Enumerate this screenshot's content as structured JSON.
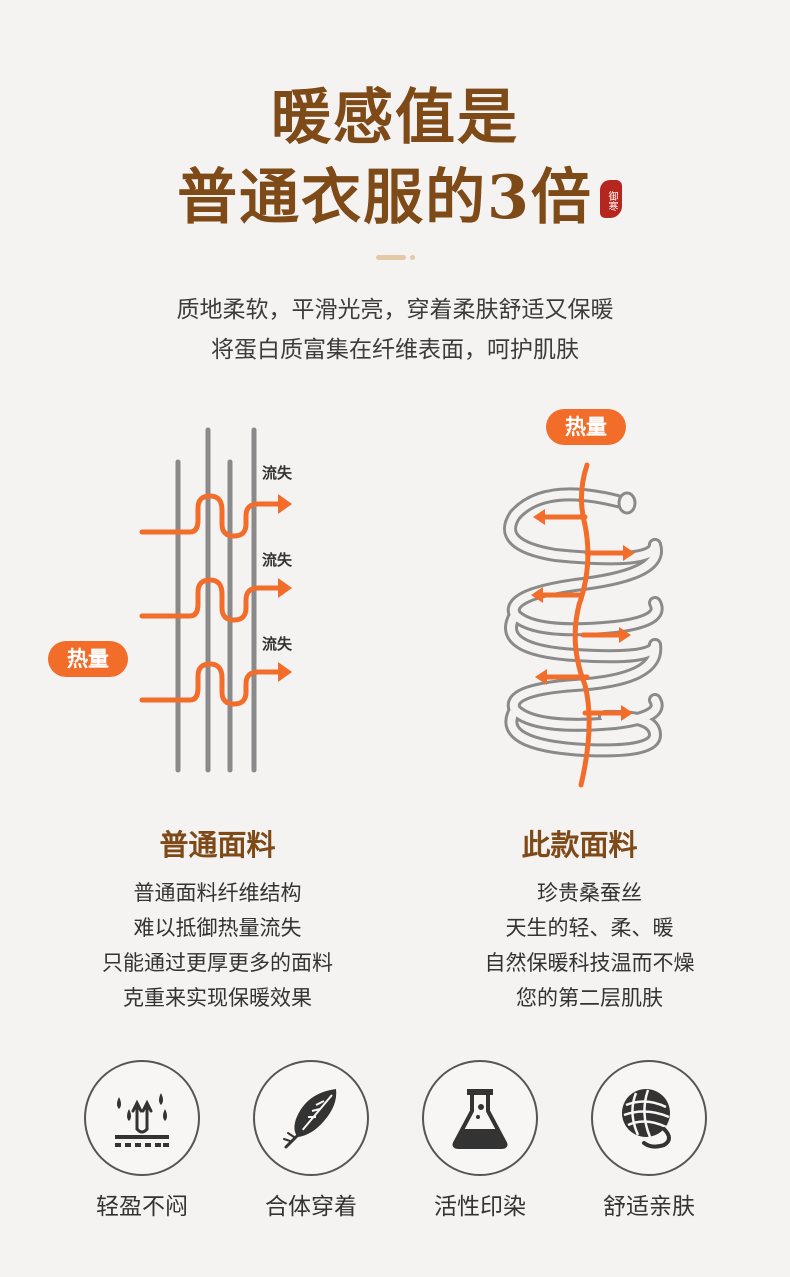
{
  "header": {
    "title_line1": "暖感值是",
    "title_line2": "普通衣服的3倍",
    "seal_text": "御寒"
  },
  "intro": {
    "line1": "质地柔软，平滑光亮，穿着柔肤舒适又保暖",
    "line2": "将蛋白质富集在纤维表面，呵护肌肤"
  },
  "left_diagram": {
    "heat_label": "热量",
    "loss_labels": [
      "流失",
      "流失",
      "流失"
    ]
  },
  "right_diagram": {
    "heat_label": "热量"
  },
  "columns": {
    "left": {
      "title": "普通面料",
      "lines": [
        "普通面料纤维结构",
        "难以抵御热量流失",
        "只能通过更厚更多的面料",
        "克重来实现保暖效果"
      ]
    },
    "right": {
      "title": "此款面料",
      "lines": [
        "珍贵桑蚕丝",
        "天生的轻、柔、暖",
        "自然保暖科技温而不燥",
        "您的第二层肌肤"
      ]
    }
  },
  "features": [
    {
      "icon": "moisture-wicking-icon",
      "label": "轻盈不闷"
    },
    {
      "icon": "feather-icon",
      "label": "合体穿着"
    },
    {
      "icon": "flask-icon",
      "label": "活性印染"
    },
    {
      "icon": "yarn-ball-icon",
      "label": "舒适亲肤"
    }
  ],
  "colors": {
    "title_brown": "#7d4a18",
    "accent_orange": "#f26c2a",
    "seal_red": "#b5261e"
  }
}
